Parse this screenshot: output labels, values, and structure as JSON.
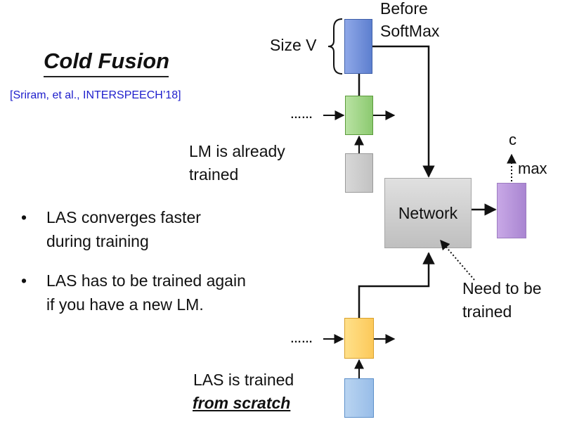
{
  "title": "Cold Fusion",
  "citation": "[Sriram, et al., INTERSPEECH’18]",
  "labels": {
    "before_softmax_line1": "Before",
    "before_softmax_line2": "SoftMax",
    "size_v": "Size V",
    "lm_trained_line1": "LM is already",
    "lm_trained_line2": "trained",
    "network": "Network",
    "c": "c",
    "max": "max",
    "need_trained_line1": "Need to be",
    "need_trained_line2": "trained",
    "las_trained_line1": "LAS is trained",
    "las_trained_line2": "from scratch",
    "ellipsis": "……"
  },
  "bullets": [
    {
      "mark": "•",
      "line1": "LAS converges faster",
      "line2": "during training"
    },
    {
      "mark": "•",
      "line1": "LAS has to be trained again",
      "line2": "if you have a new LM."
    }
  ]
}
